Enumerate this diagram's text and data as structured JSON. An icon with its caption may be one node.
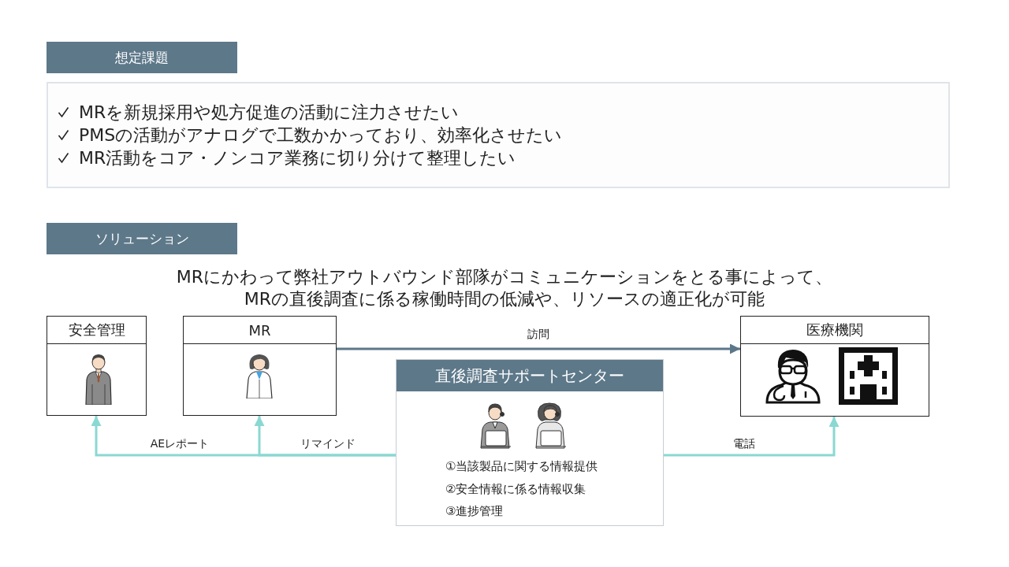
{
  "diagram": {
    "nodes": [
      {
        "text": [
          "想定課題"
        ]
      },
      {
        "text": [
          "MRを新規採用や処方促進の活動に注力させたい",
          "PMSの活動がアナログで工数かかっており、効率化させたい",
          "MR活動をコア・ノンコア業務に切り分けて整理したい"
        ]
      },
      {
        "text": [
          "ソリューション"
        ]
      },
      {
        "text": [
          "安全管理"
        ]
      },
      {
        "text": [
          "MR"
        ]
      },
      {
        "text": [
          "医療機関"
        ]
      },
      {
        "text": [
          "直後調査サポートセンター",
          "①当該製品に関する情報提供",
          "②安全情報に係る情報収集",
          "③進捗管理"
        ]
      }
    ],
    "edges": [
      {
        "from": 4,
        "to": 5,
        "arrow": "to",
        "label": "訪問",
        "color": "#5b7789"
      },
      {
        "from": 6,
        "to": 3,
        "arrow": "to",
        "label": "AEレポート"
      },
      {
        "from": 6,
        "to": 4,
        "arrow": "to",
        "label": "リマインド"
      },
      {
        "from": 6,
        "to": 5,
        "arrow": "to",
        "label": "電話"
      }
    ],
    "labels": [
      "MRにかわって弊社アウトバウンド部隊がコミュニケーションをとる事によって、MRの直後調査に係る稼働時間の低減や、リソースの適正化が可能"
    ]
  }
}
